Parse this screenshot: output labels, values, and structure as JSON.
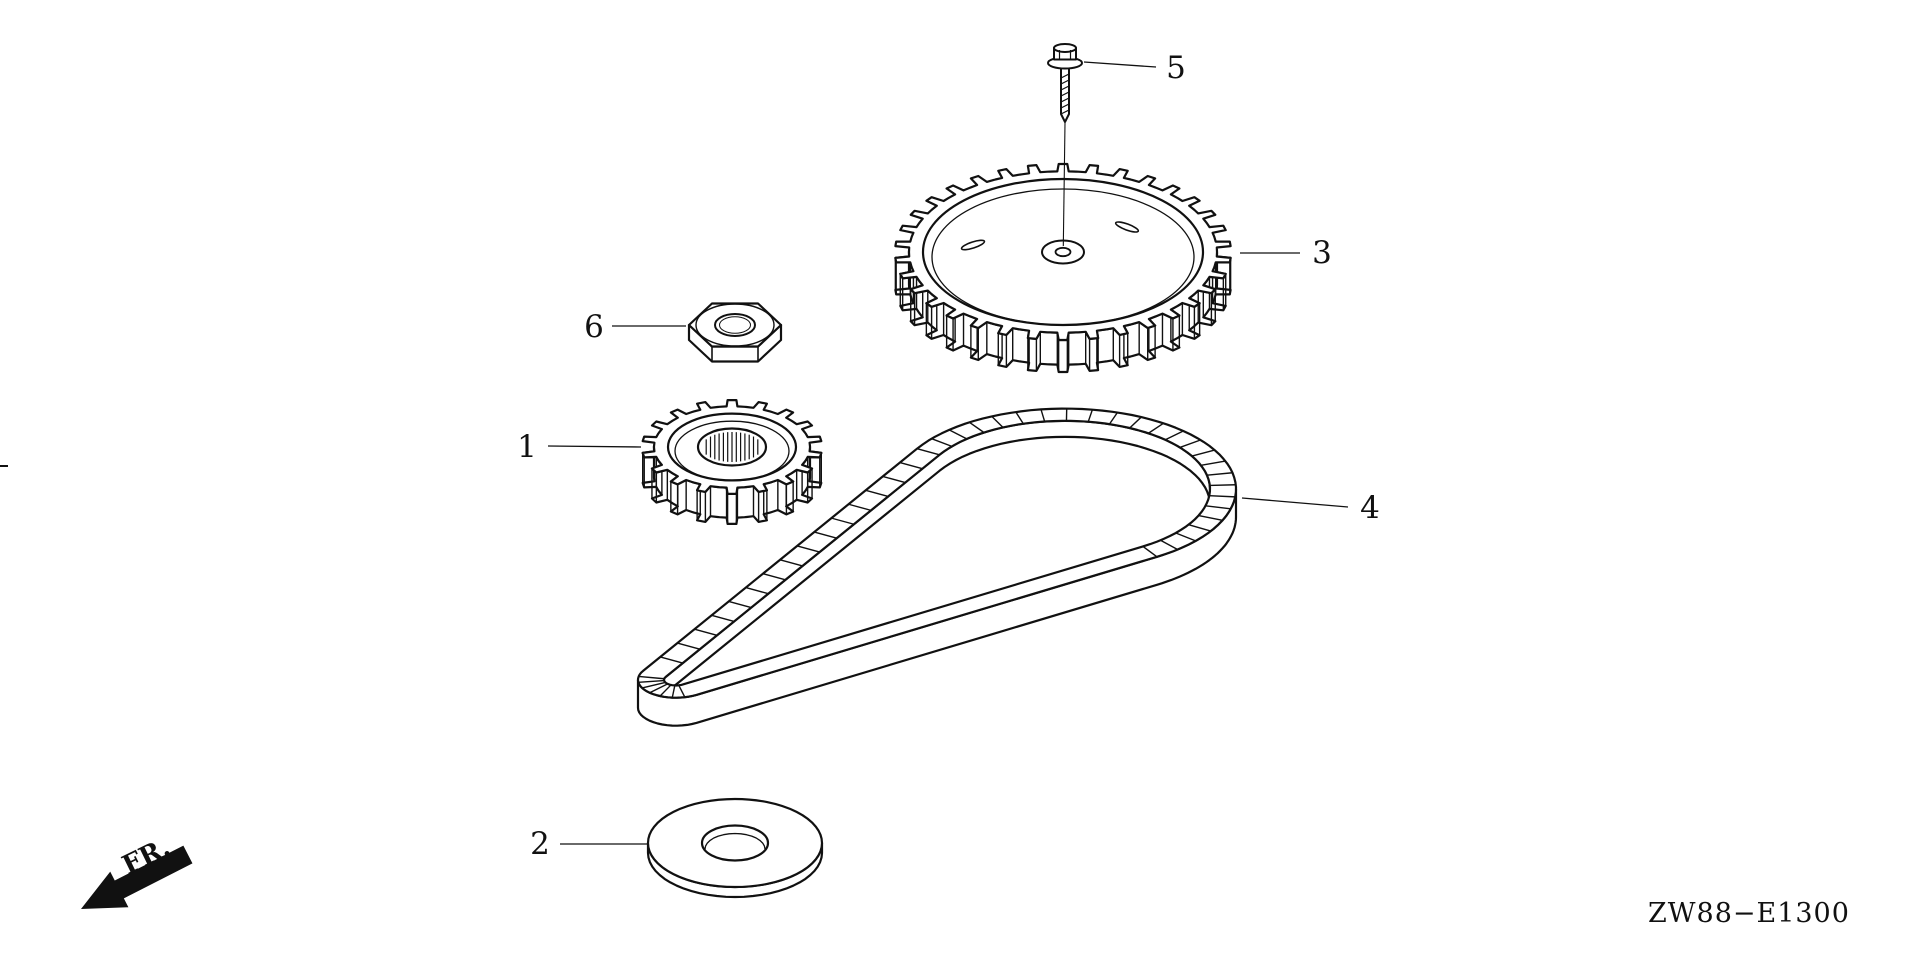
{
  "diagram": {
    "code": "ZW88−E1300",
    "direction_label": "FR."
  },
  "callouts": [
    {
      "ref": "1"
    },
    {
      "ref": "2"
    },
    {
      "ref": "3"
    },
    {
      "ref": "4"
    },
    {
      "ref": "5"
    },
    {
      "ref": "6"
    }
  ]
}
